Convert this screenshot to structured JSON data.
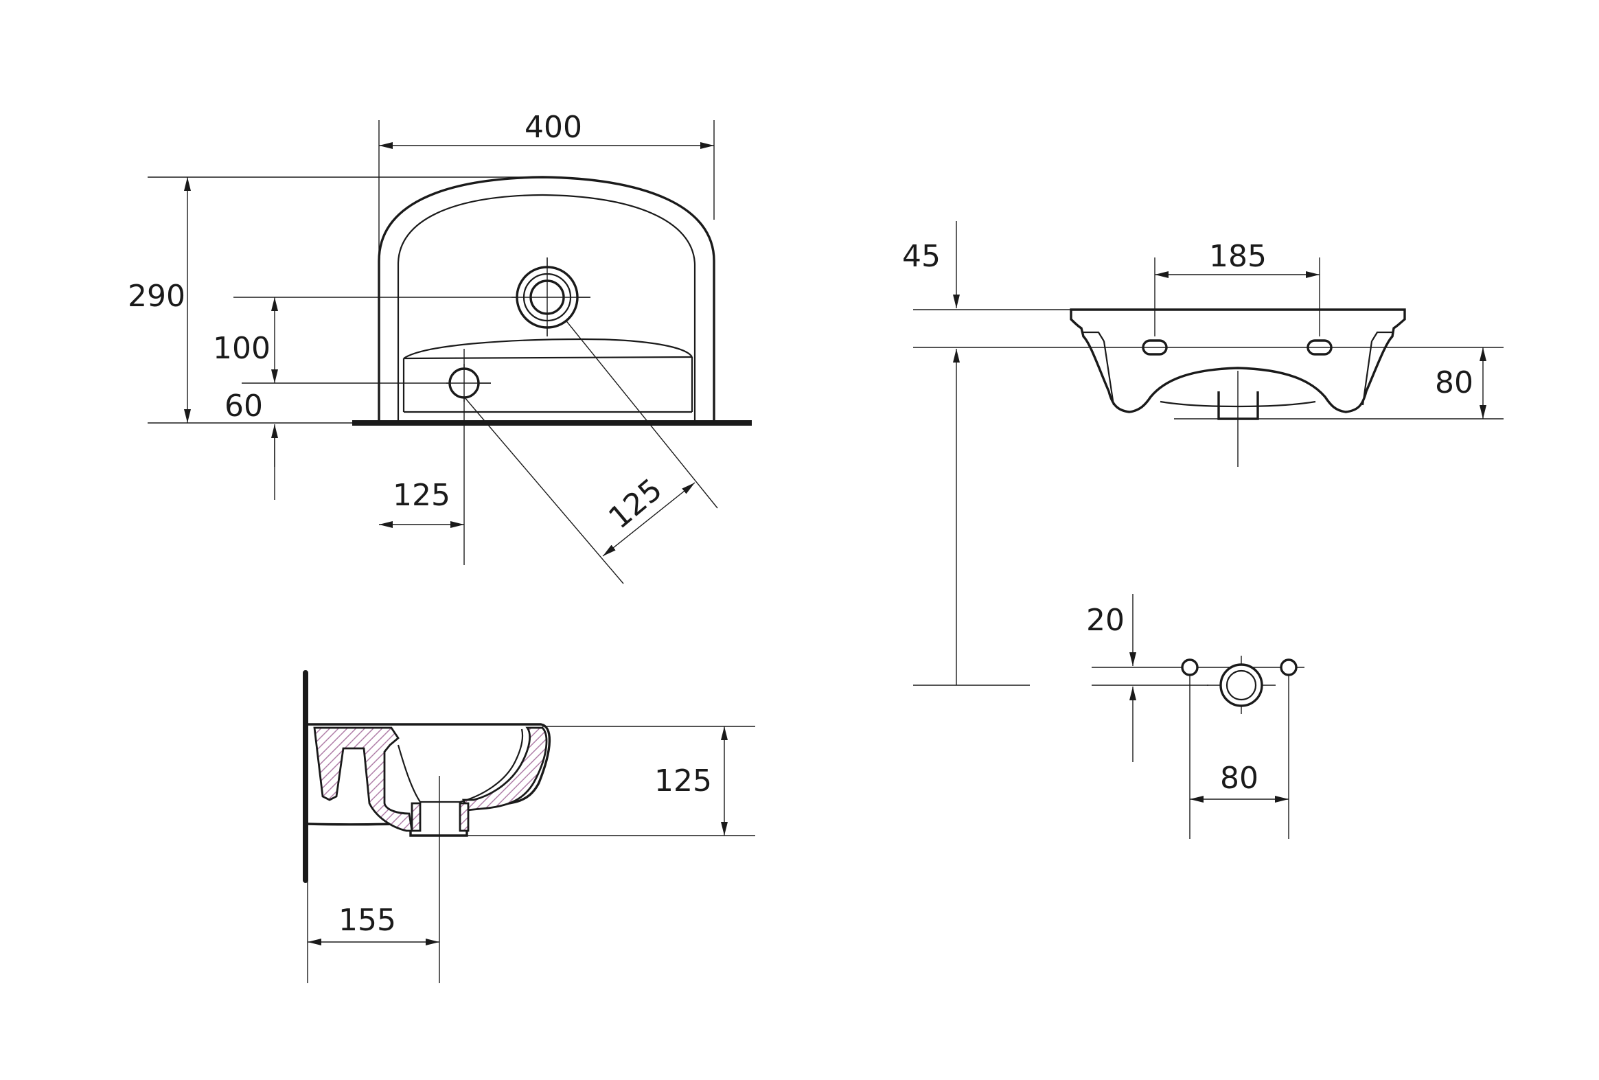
{
  "drawing": {
    "line_color": "#1a1a1a",
    "hatch_color": "#b07fa8",
    "top_view": {
      "width_label": "400",
      "depth_label": "290",
      "tap_hole_height_label": "100",
      "overflow_height_label": "60",
      "overflow_offset_label": "125",
      "diagonal_label": "125"
    },
    "front_view": {
      "top_thickness_label": "45",
      "hole_spacing_label": "185",
      "body_height_label": "80"
    },
    "section_view": {
      "drain_height_label": "125",
      "drain_offset_label": "155"
    },
    "fixing_detail": {
      "offset_label": "20",
      "spacing_label": "80"
    }
  }
}
